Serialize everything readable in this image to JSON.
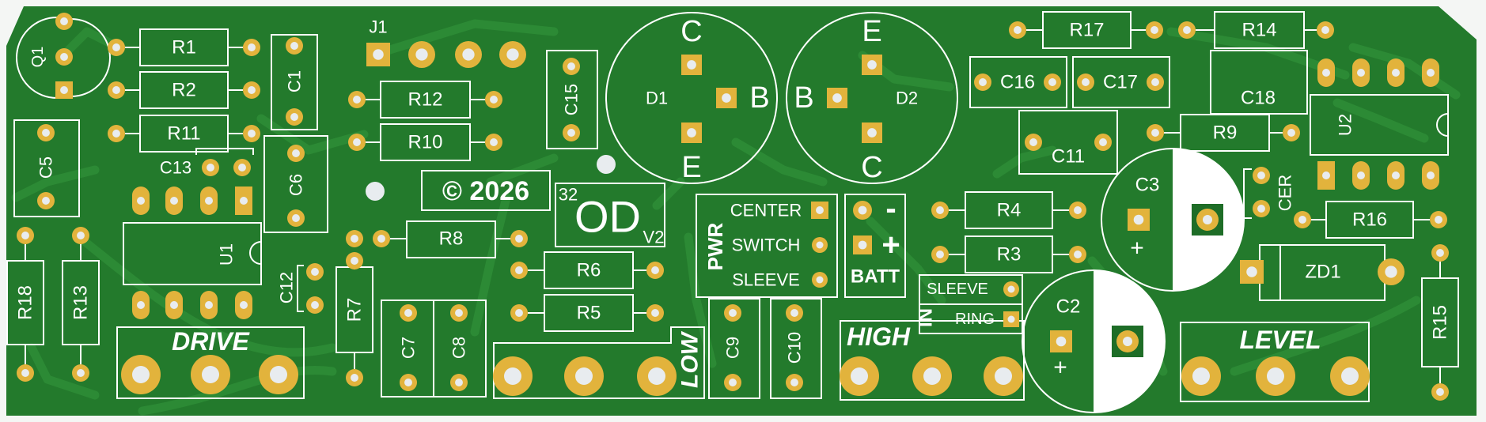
{
  "board": {
    "colors": {
      "background": "#f4f6f4",
      "substrate": "#237a2c",
      "trace": "#2c8a35",
      "silkscreen": "#ffffff",
      "pad": "#e2b33c",
      "drill": "#e8ecef"
    },
    "labels": {
      "q1": "Q1",
      "j1": "J1",
      "r1": "R1",
      "r2": "R2",
      "r11": "R11",
      "r12": "R12",
      "r10": "R10",
      "r17": "R17",
      "r14": "R14",
      "r9": "R9",
      "r4": "R4",
      "r3": "R3",
      "r16": "R16",
      "r8": "R8",
      "r6": "R6",
      "r5": "R5",
      "r7": "R7",
      "r18": "R18",
      "r13": "R13",
      "r15": "R15",
      "c1": "C1",
      "c5": "C5",
      "c6": "C6",
      "c13": "C13",
      "c15": "C15",
      "c16": "C16",
      "c17": "C17",
      "c18": "C18",
      "c11": "C11",
      "c12": "C12",
      "c7": "C7",
      "c8": "C8",
      "c9": "C9",
      "c10": "C10",
      "c2": "C2",
      "c3": "C3",
      "d1": "D1",
      "d2": "D2",
      "u1": "U1",
      "u2": "U2",
      "zd1": "ZD1",
      "d1_c": "C",
      "d1_b": "B",
      "d1_e": "E",
      "d2_e": "E",
      "d2_b": "B",
      "d2_c": "C",
      "copyright": "© 2026",
      "brand_superscript": "32",
      "brand": "OD",
      "brand_suffix": "V2",
      "pwr": "PWR",
      "pwr_center": "CENTER",
      "pwr_switch": "SWITCH",
      "pwr_sleeve": "SLEEVE",
      "batt": "BATT",
      "batt_minus": "-",
      "batt_plus": "+",
      "in": "IN",
      "in_sleeve": "SLEEVE",
      "in_ring": "RING",
      "cer": "CER",
      "plus_c2": "+",
      "plus_c3": "+",
      "drive": "DRIVE",
      "low": "LOW",
      "high": "HIGH",
      "level": "LEVEL"
    }
  }
}
